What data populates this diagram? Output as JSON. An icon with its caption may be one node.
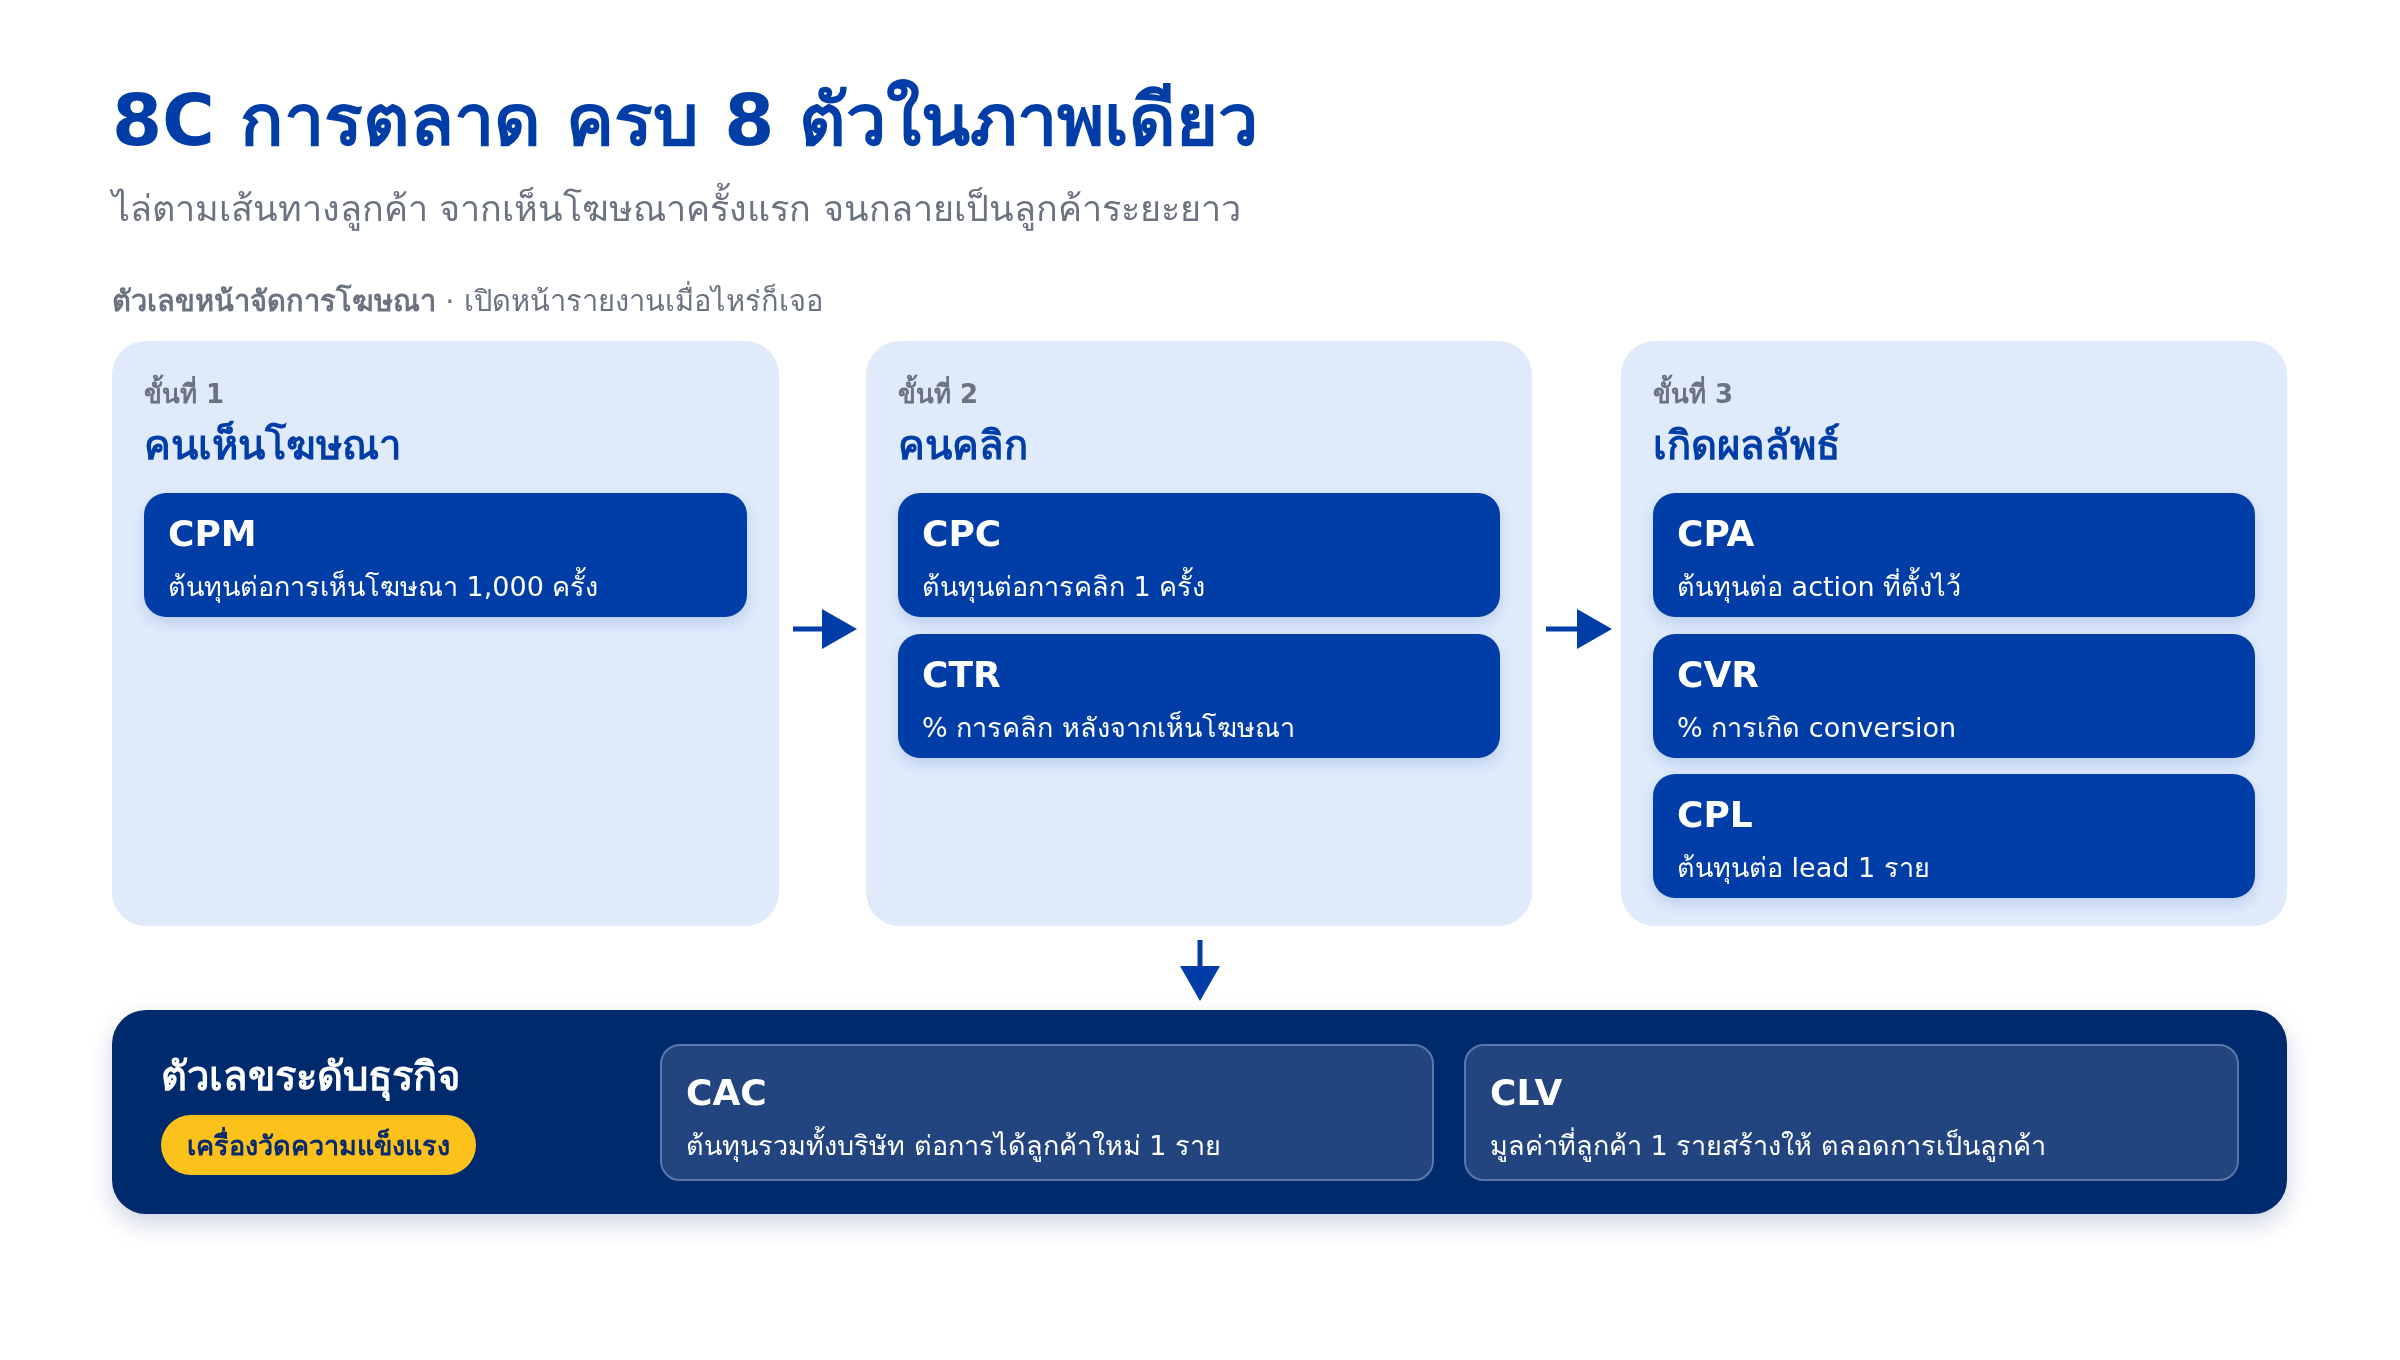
{
  "diagram": {
    "title": "8C การตลาด ครบ 8 ตัวในภาพเดียว",
    "nodes": [
      {
        "text": [
          "ขั้นที่ 1",
          "คนเห็นโฆษณา"
        ]
      },
      {
        "text": [
          "CPM",
          "ต้นทุนต่อการเห็นโฆษณา 1,000 ครั้ง"
        ],
        "in": 0
      },
      {
        "text": [
          "ขั้นที่ 2",
          "คนคลิก"
        ]
      },
      {
        "text": [
          "CPC",
          "ต้นทุนต่อการคลิก 1 ครั้ง"
        ],
        "in": 2
      },
      {
        "text": [
          "CTR",
          "% การคลิก หลังจากเห็นโฆษณา"
        ],
        "in": 2
      },
      {
        "text": [
          "ขั้นที่ 3",
          "เกิดผลลัพธ์"
        ]
      },
      {
        "text": [
          "CPA",
          "ต้นทุนต่อ action ที่ตั้งไว้"
        ],
        "in": 5
      },
      {
        "text": [
          "CVR",
          "% การเกิด conversion"
        ],
        "in": 5
      },
      {
        "text": [
          "CPL",
          "ต้นทุนต่อ lead 1 ราย"
        ],
        "in": 5
      },
      {
        "text": [
          "ตัวเลขระดับธุรกิจ"
        ]
      },
      {
        "text": [
          "เครื่องวัดความแข็งแรง"
        ],
        "in": 9
      },
      {
        "text": [
          "CAC",
          "ต้นทุนรวมทั้งบริษัท ต่อการได้ลูกค้าใหม่ 1 ราย"
        ],
        "in": 9
      },
      {
        "text": [
          "CLV",
          "มูลค่าที่ลูกค้า 1 รายสร้างให้ ตลอดการเป็นลูกค้า"
        ],
        "in": 9
      }
    ],
    "edges": [
      {
        "from": 0,
        "to": 2,
        "arrow": "to"
      },
      {
        "from": 2,
        "to": 5,
        "arrow": "to"
      },
      {
        "from": 2,
        "to": 9,
        "arrow": "to"
      }
    ],
    "labels": [
      "ไล่ตามเส้นทางลูกค้า จากเห็นโฆษณาครั้งแรก จนกลายเป็นลูกค้าระยะยาว",
      "**ตัวเลขหน้าจัดการโฆษณา** · เปิดหน้ารายงานเมื่อไหร่ก็เจอ"
    ]
  }
}
